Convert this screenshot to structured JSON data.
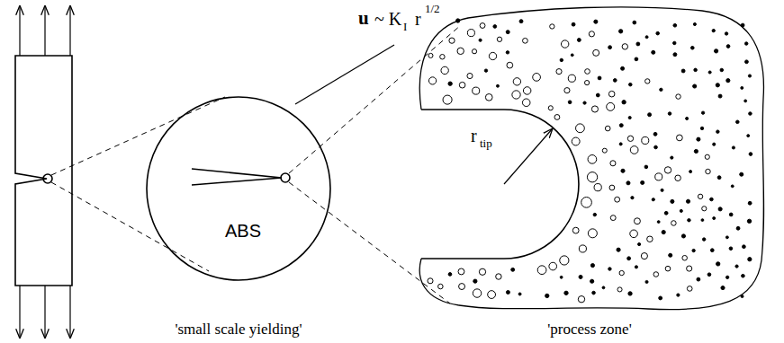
{
  "diagram": {
    "nodes": [
      {
        "text": [
          "ABS"
        ]
      }
    ],
    "labels": [
      "u",
      "~ K",
      "I",
      "r",
      "1/2",
      "r",
      "tip",
      "'small scale yielding'",
      "'process zone'"
    ]
  }
}
